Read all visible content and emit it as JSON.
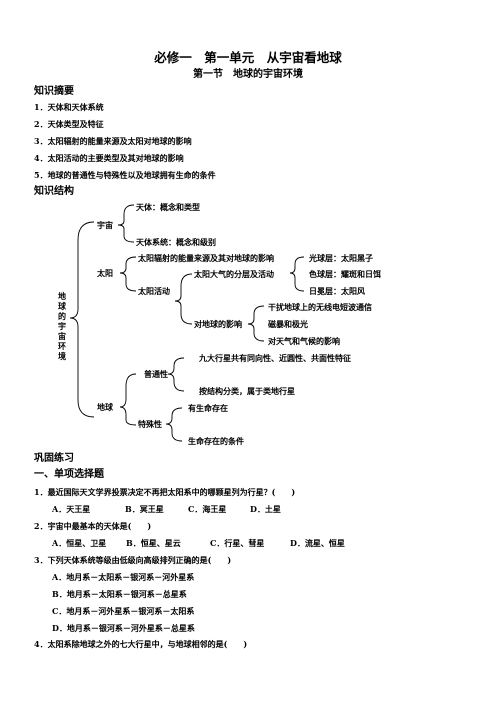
{
  "title": "必修一　第一单元　从宇宙看地球",
  "subtitle": "第一节　地球的宇宙环境",
  "section_summary": "知识摘要",
  "summary_items": [
    "1．天体和天体系统",
    "2．天体类型及特征",
    "3．太阳辐射的能量来源及太阳对地球的影响",
    "4．太阳活动的主要类型及其对地球的影响",
    "5．地球的普通性与特殊性以及地球拥有生命的条件"
  ],
  "section_structure": "知识结构",
  "structure": {
    "root": "地球的宇宙环境",
    "yuzhou": "宇宙",
    "tianti": "天体：概念和类型",
    "tiantixitong": "天体系统：概念和级别",
    "taiyang": "太阳",
    "fushe": "太阳辐射的能量来源及其对地球的影响",
    "huodong": "太阳活动",
    "fenceng": "太阳大气的分层及活动",
    "guangqiu": "光球层：太阳黑子",
    "secai": "色球层：耀斑和日饵",
    "rimian": "日冕层：太阳风",
    "yingxiang": "对地球的影响",
    "ganrao": "干扰地球上的无线电短波通信",
    "cibao": "磁暴和极光",
    "qihou": "对天气和气候的影响",
    "diqiu": "地球",
    "putong": "普通性",
    "jiuda": "九大行星共有同向性、近圆性、共面性特征",
    "jiegou": "按结构分类，属于类地行星",
    "teshu": "特殊性",
    "shengming": "有生命存在",
    "tiaojian": "生命存在的条件"
  },
  "section_practice": "巩固练习",
  "part_one": "一、单项选择题",
  "questions": [
    {
      "q": "1．最近国际天文学界投票决定不再把太阳系中的哪颗星列为行星？(　　)",
      "options": [
        "A．天王星",
        "B．冥王星",
        "C．海王星",
        "D．土星"
      ]
    },
    {
      "q": "2．宇宙中最基本的天体是(　　)",
      "options": [
        "A．恒星、卫星",
        "B．恒星、星云",
        "C．行星、彗星",
        "D．流星、恒星"
      ]
    },
    {
      "q": "3．下列天体系统等级由低级向高级排列正确的是(　　)",
      "options": [
        "A．地月系－太阳系－银河系－河外星系",
        "B．地月系－太阳系－银河系－总星系",
        "C．地月系－河外星系－银河系－太阳系",
        "D．地月系－银河系－河外星系－总星系"
      ]
    },
    {
      "q": "4．太阳系除地球之外的七大行星中，与地球相邻的是(　　)"
    }
  ]
}
